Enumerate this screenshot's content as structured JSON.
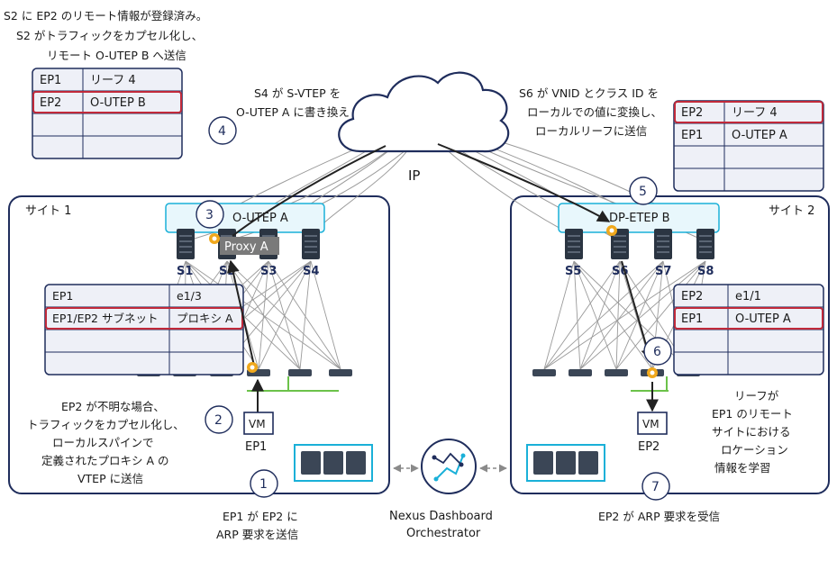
{
  "texts": {
    "top_left_note_1": "S2 に EP2 のリモート情報が登録済み。",
    "top_left_note_2": "S2 がトラフィックをカプセル化し、",
    "top_left_note_3": "リモート O-UTEP B へ送信",
    "s4_note_1": "S4 が S-VTEP を",
    "s4_note_2": "O-UTEP A に書き換え",
    "s6_note_1": "S6 が VNID とクラス ID を",
    "s6_note_2": "ローカルでの値に変換し、",
    "s6_note_3": "ローカルリーフに送信",
    "ip_label": "IP",
    "site1_label": "サイト 1",
    "site2_label": "サイト 2",
    "outep_a": "O-UTEP A",
    "proxy_a": "Proxy A",
    "dp_etep_b": "DP-ETEP B",
    "s1": "S1",
    "s2": "S2",
    "s3": "S3",
    "s4": "S4",
    "s5": "S5",
    "s6": "S6",
    "s7": "S7",
    "s8": "S8",
    "step2_note_1": "EP2 が不明な場合、",
    "step2_note_2": "トラフィックをカプセル化し、",
    "step2_note_3": "ローカルスパインで",
    "step2_note_4": "定義されたプロキシ A の",
    "step2_note_5": "VTEP に送信",
    "vm": "VM",
    "ep1": "EP1",
    "ep2": "EP2",
    "step1_note_1": "EP1 が EP2 に",
    "step1_note_2": "ARP 要求を送信",
    "ndo_1": "Nexus Dashboard",
    "ndo_2": "Orchestrator",
    "step7_note": "EP2 が ARP 要求を受信",
    "leaf_note_1": "リーフが",
    "leaf_note_2": "EP1 のリモート",
    "leaf_note_3": "サイトにおける",
    "leaf_note_4": "ロケーション",
    "leaf_note_5": "情報を学習"
  },
  "steps": [
    "1",
    "2",
    "3",
    "4",
    "5",
    "6",
    "7"
  ],
  "tables": {
    "top_left": [
      [
        "EP1",
        "リーフ 4"
      ],
      [
        "EP2",
        "O-UTEP B"
      ],
      [
        "",
        ""
      ],
      [
        "",
        ""
      ]
    ],
    "top_right": [
      [
        "EP2",
        "リーフ 4"
      ],
      [
        "EP1",
        "O-UTEP A"
      ],
      [
        "",
        ""
      ],
      [
        "",
        ""
      ]
    ],
    "site1_leaf": [
      [
        "EP1",
        "e1/3"
      ],
      [
        "EP1/EP2 サブネット",
        "プロキシ A"
      ],
      [
        "",
        ""
      ],
      [
        "",
        ""
      ]
    ],
    "site2_leaf": [
      [
        "EP2",
        "e1/1"
      ],
      [
        "EP1",
        "O-UTEP A"
      ],
      [
        "",
        ""
      ],
      [
        "",
        ""
      ]
    ]
  },
  "colors": {
    "navy": "#1f2d5c",
    "cyan": "#1ab0d8",
    "red": "#c0293a",
    "green": "#6cc24a",
    "gold": "#f0a81c",
    "proxy_gray": "#7a7a7a",
    "table_fill": "#eef0f7"
  }
}
